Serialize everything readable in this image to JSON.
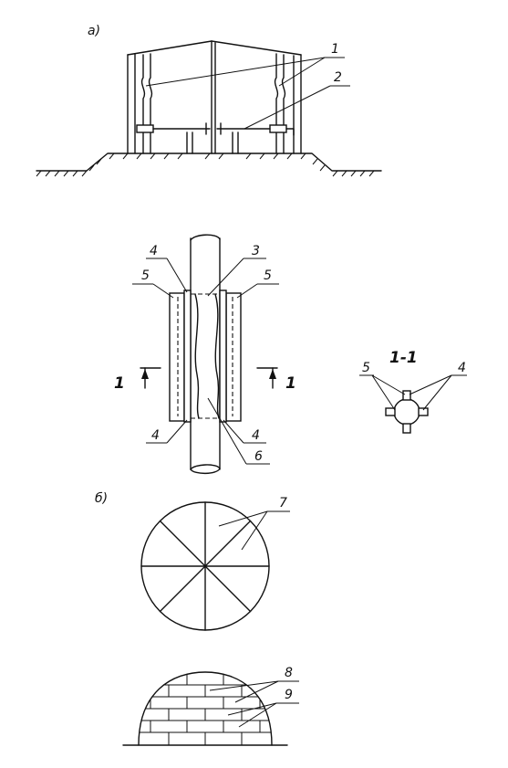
{
  "part_labels": {
    "a": "а)",
    "b": "б)"
  },
  "callouts": {
    "c1": "1",
    "c2": "2",
    "c3": "3",
    "c4a": "4",
    "c4b": "4",
    "c4c": "4",
    "c5a": "5",
    "c5b": "5",
    "c6": "6",
    "c7": "7",
    "c8": "8",
    "c9": "9"
  },
  "section_markers": {
    "left": "1",
    "right": "1"
  },
  "section_view": {
    "title": "1-1",
    "label_5": "5",
    "label_4": "4"
  }
}
